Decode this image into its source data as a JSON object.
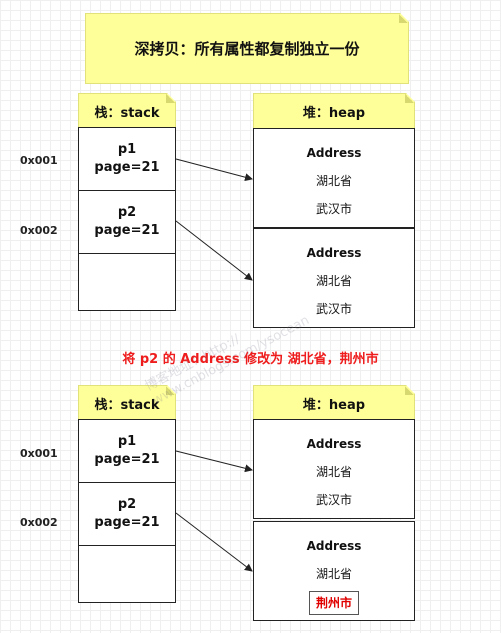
{
  "title": "深拷贝：所有属性都复制独立一份",
  "caption": "将 p2 的 Address 修改为 湖北省，荆州市",
  "watermark": [
    "博客地址：http://",
    "www.cnblogs.com/ysocean"
  ],
  "diagrams": [
    {
      "stack_label": "栈：stack",
      "heap_label": "堆：heap",
      "addresses": [
        "0x001",
        "0x002"
      ],
      "stack": [
        {
          "name": "p1",
          "value": "page=21"
        },
        {
          "name": "p2",
          "value": "page=21"
        }
      ],
      "heap": [
        {
          "type": "Address",
          "province": "湖北省",
          "city": "武汉市"
        },
        {
          "type": "Address",
          "province": "湖北省",
          "city": "武汉市"
        }
      ]
    },
    {
      "stack_label": "栈：stack",
      "heap_label": "堆：heap",
      "addresses": [
        "0x001",
        "0x002"
      ],
      "stack": [
        {
          "name": "p1",
          "value": "page=21"
        },
        {
          "name": "p2",
          "value": "page=21"
        }
      ],
      "heap": [
        {
          "type": "Address",
          "province": "湖北省",
          "city": "武汉市"
        },
        {
          "type": "Address",
          "province": "湖北省",
          "city": "荆州市"
        }
      ]
    }
  ]
}
